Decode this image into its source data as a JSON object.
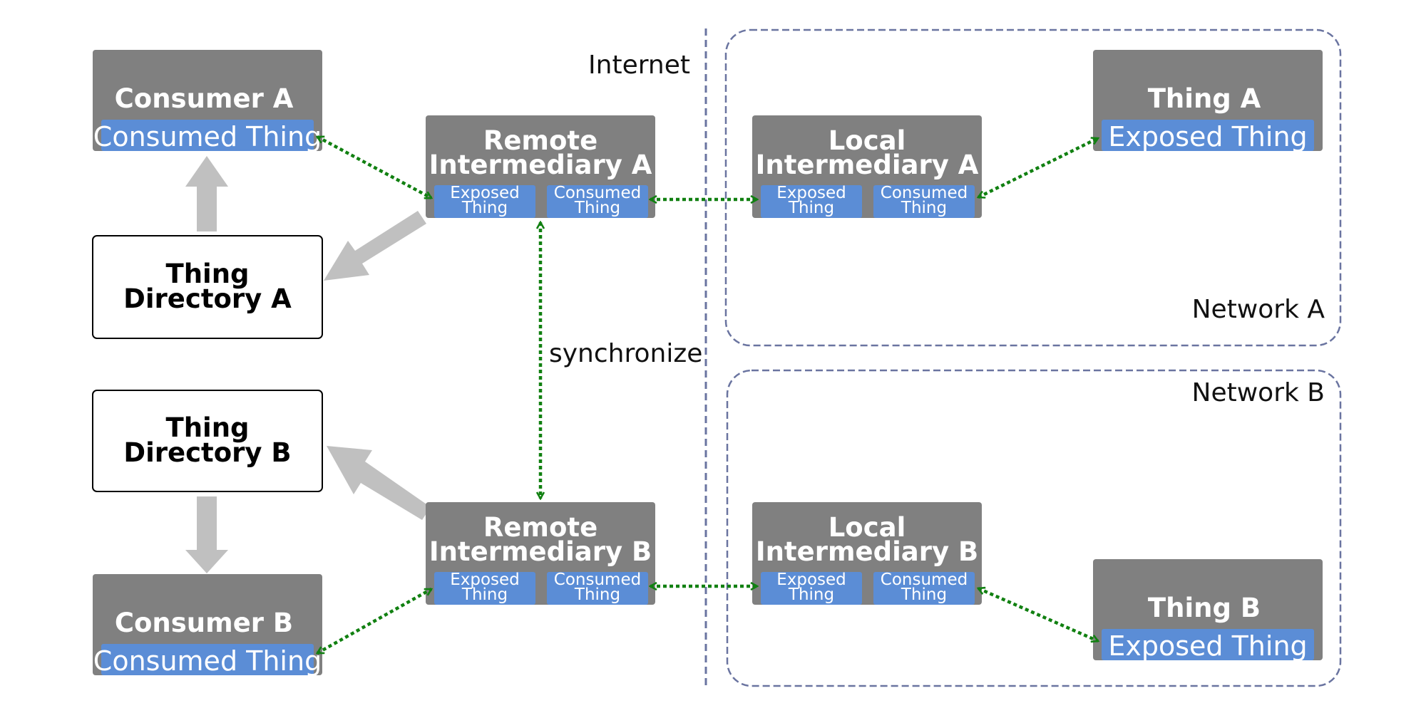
{
  "labels": {
    "internet": "Internet",
    "network_a": "Network A",
    "network_b": "Network B",
    "synchronize": "synchronize"
  },
  "consumer_a": {
    "title": "Consumer A",
    "sub": "Consumed Thing"
  },
  "consumer_b": {
    "title": "Consumer B",
    "sub": "Consumed Thing"
  },
  "directory_a": {
    "line1": "Thing",
    "line2": "Directory A"
  },
  "directory_b": {
    "line1": "Thing",
    "line2": "Directory B"
  },
  "remote_a": {
    "line1": "Remote",
    "line2": "Intermediary A"
  },
  "remote_b": {
    "line1": "Remote",
    "line2": "Intermediary B"
  },
  "local_a": {
    "line1": "Local",
    "line2": "Intermediary A"
  },
  "local_b": {
    "line1": "Local",
    "line2": "Intermediary B"
  },
  "sub_boxes": {
    "exposed1": "Exposed",
    "consumed1": "Consumed",
    "line2": "Thing"
  },
  "thing_a": {
    "title": "Thing A",
    "sub": "Exposed Thing"
  },
  "thing_b": {
    "title": "Thing B",
    "sub": "Exposed Thing"
  },
  "colors": {
    "node_gray": "#808080",
    "sub_blue": "#5b8dd6",
    "arrow_gray": "#c0c0c0",
    "link_green": "#118011",
    "boundary": "#6a74a0"
  }
}
